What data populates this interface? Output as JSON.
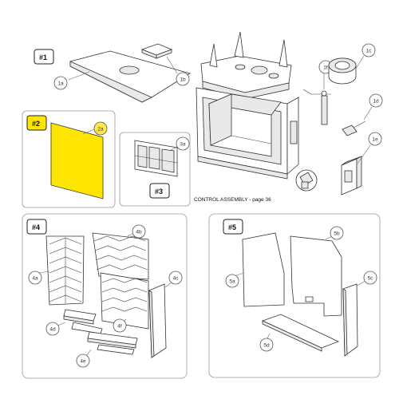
{
  "groups": {
    "g1": "#1",
    "g2": "#2",
    "g3": "#3",
    "g4": "#4",
    "g5": "#5"
  },
  "callouts": {
    "c1a": "1a",
    "c1b": "1b",
    "c1c": "1c",
    "c1d": "1d",
    "c1e": "1e",
    "c1f": "1f",
    "c2a": "2a",
    "c3a": "3a",
    "c4a": "4a",
    "c4b": "4b",
    "c4c": "4c",
    "c4d": "4d",
    "c4e": "4e",
    "c4f": "4f",
    "c5a": "5a",
    "c5b": "5b",
    "c5c": "5c",
    "c5d": "5d"
  },
  "caption": "CONTROL ASSEMBLY - page 36",
  "colors": {
    "highlight": "#ffe600",
    "panel_border": "#9a9a9a"
  }
}
